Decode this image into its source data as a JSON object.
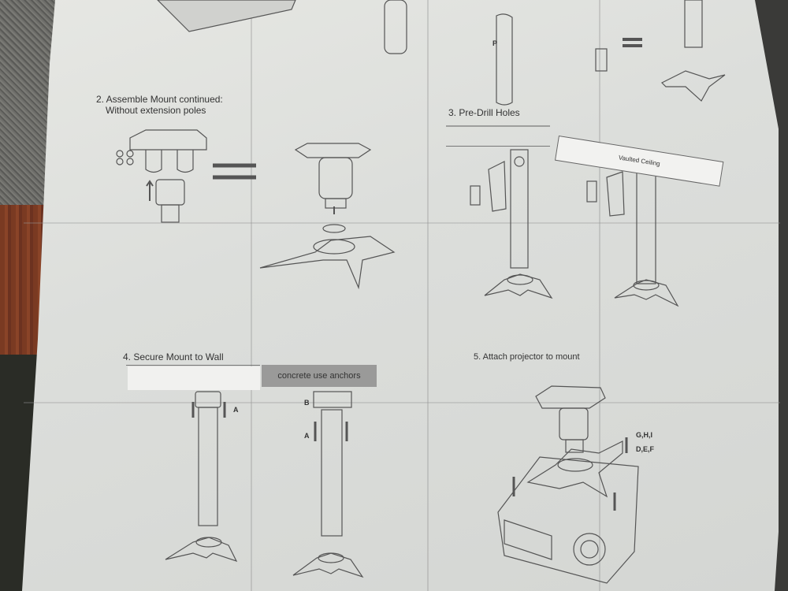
{
  "steps": {
    "step2_title_line1": "2. Assemble Mount continued:",
    "step2_title_line2": "Without extension poles",
    "step3_title": "3. Pre-Drill Holes",
    "step4_title": "4. Secure Mount to Wall",
    "step5_title": "5. Attach projector to mount"
  },
  "labels": {
    "vaulted_ceiling": "Vaulted Ceiling",
    "concrete_note": "concrete use anchors",
    "p": "P",
    "a1": "A",
    "a2": "A",
    "b": "B",
    "ghi": "G,H,I",
    "def": "D,E,F"
  }
}
